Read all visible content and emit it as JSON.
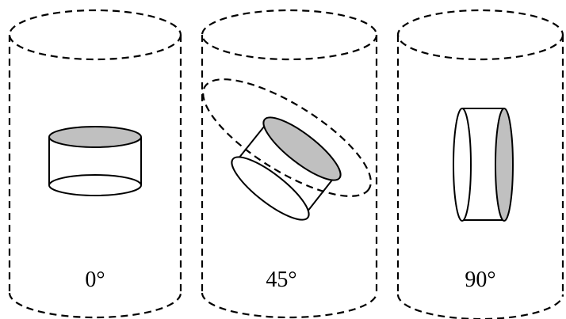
{
  "figure": {
    "panels": [
      {
        "angle_deg": 0,
        "label": "0°"
      },
      {
        "angle_deg": 45,
        "label": "45°"
      },
      {
        "angle_deg": 90,
        "label": "90°"
      }
    ],
    "colors": {
      "background": "#ffffff",
      "stroke": "#000000",
      "top_face": "#c0c0c0",
      "bottom_face": "#ffffff"
    },
    "container_style": "dashed",
    "object_style": "solid"
  }
}
